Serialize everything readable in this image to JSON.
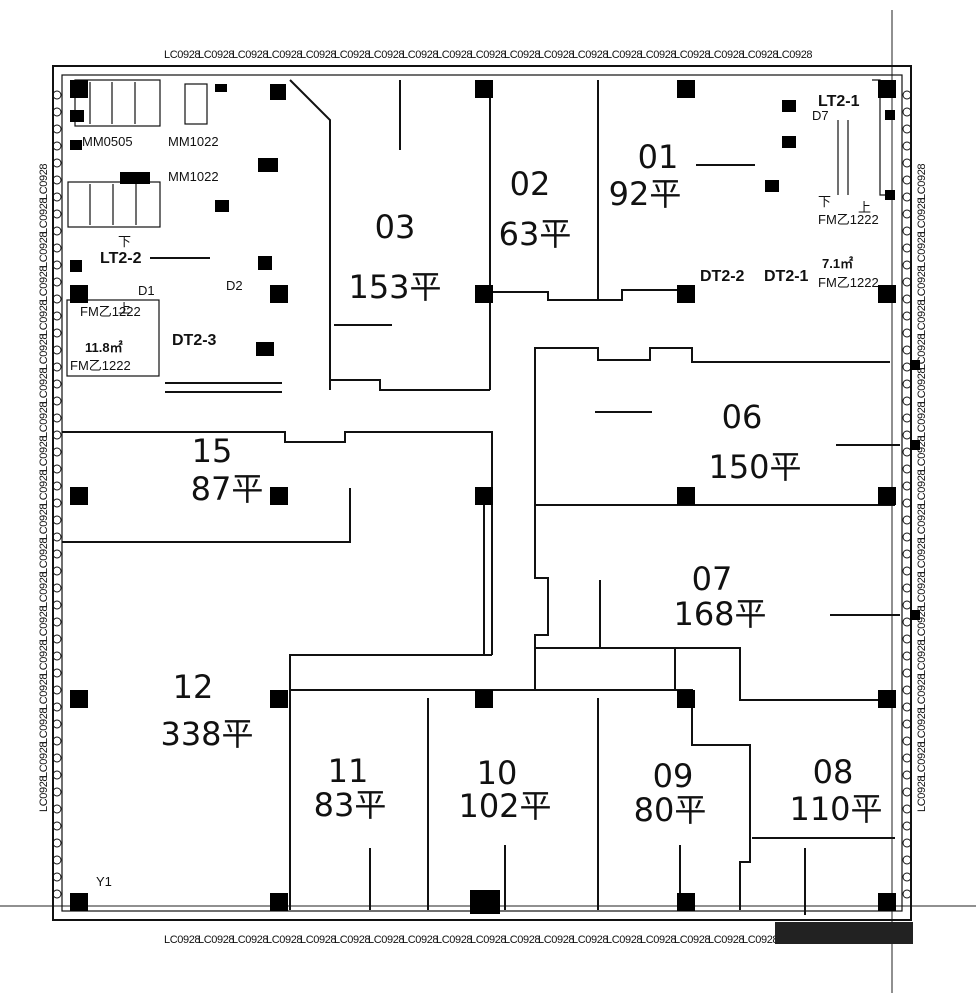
{
  "window_label": "LC0928",
  "rooms": [
    {
      "number": "01",
      "area": "92平"
    },
    {
      "number": "02",
      "area": "63平"
    },
    {
      "number": "03",
      "area": "153平"
    },
    {
      "number": "06",
      "area": "150平"
    },
    {
      "number": "07",
      "area": "168平"
    },
    {
      "number": "08",
      "area": "110平"
    },
    {
      "number": "09",
      "area": "80平"
    },
    {
      "number": "10",
      "area": "102平"
    },
    {
      "number": "11",
      "area": "83平"
    },
    {
      "number": "12",
      "area": "338平"
    },
    {
      "number": "15",
      "area": "87平"
    }
  ],
  "labels": {
    "mm0505": "MM0505",
    "mm1022_a": "MM1022",
    "mm1022_b": "MM1022",
    "fm1222_a": "FM乙1222",
    "fm1222_b": "FM乙1222",
    "fm1222_c": "FM乙1222",
    "fm1222_d": "FM乙1222",
    "lt2_1": "LT2-1",
    "lt2_2": "LT2-2",
    "dt2_1": "DT2-1",
    "dt2_2": "DT2-2",
    "dt2_3": "DT2-3",
    "d1": "D1",
    "d2": "D2",
    "d7": "D7",
    "y1": "Y1",
    "area_small_a": "11.8㎡",
    "area_small_b": "7.1㎡",
    "down_a": "下",
    "down_b": "下",
    "up_a": "上",
    "up_b": "上"
  }
}
